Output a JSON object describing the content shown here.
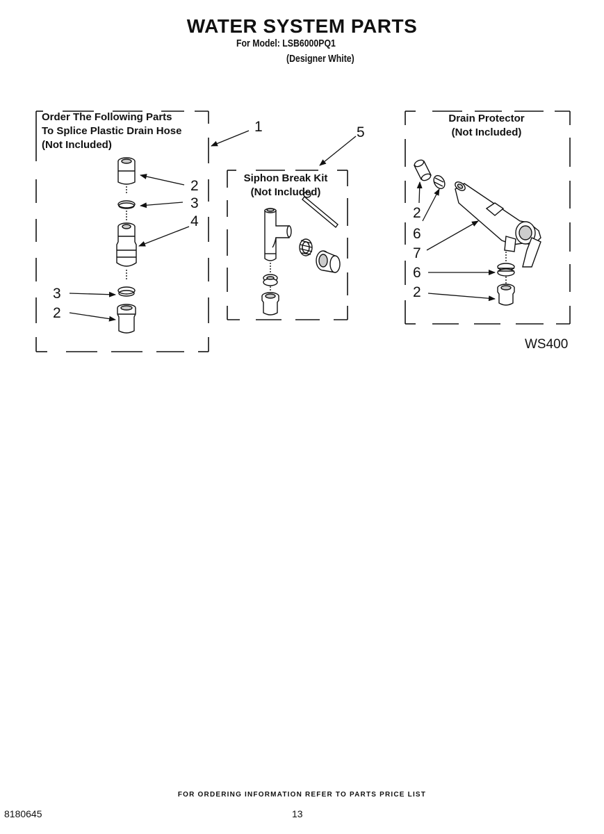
{
  "header": {
    "title": "WATER SYSTEM PARTS",
    "model_line": "For Model: LSB6000PQ1",
    "variant": "(Designer White)"
  },
  "groups": {
    "splice": {
      "line1": "Order The Following Parts",
      "line2": "To Splice Plastic Drain Hose",
      "line3": "(Not Included)"
    },
    "siphon": {
      "line1": "Siphon Break Kit",
      "line2": "(Not Included)"
    },
    "drain": {
      "line1": "Drain Protector",
      "line2": "(Not Included)"
    }
  },
  "callouts": {
    "c1": "1",
    "c5": "5",
    "s2a": "2",
    "s3a": "3",
    "s4": "4",
    "s3b": "3",
    "s2b": "2",
    "d2a": "2",
    "d6a": "6",
    "d7": "7",
    "d6b": "6",
    "d2b": "2"
  },
  "diagram_code": "WS400",
  "footer": {
    "note": "FOR ORDERING INFORMATION REFER TO PARTS PRICE LIST",
    "page_number": "13",
    "doc_number": "8180645"
  }
}
